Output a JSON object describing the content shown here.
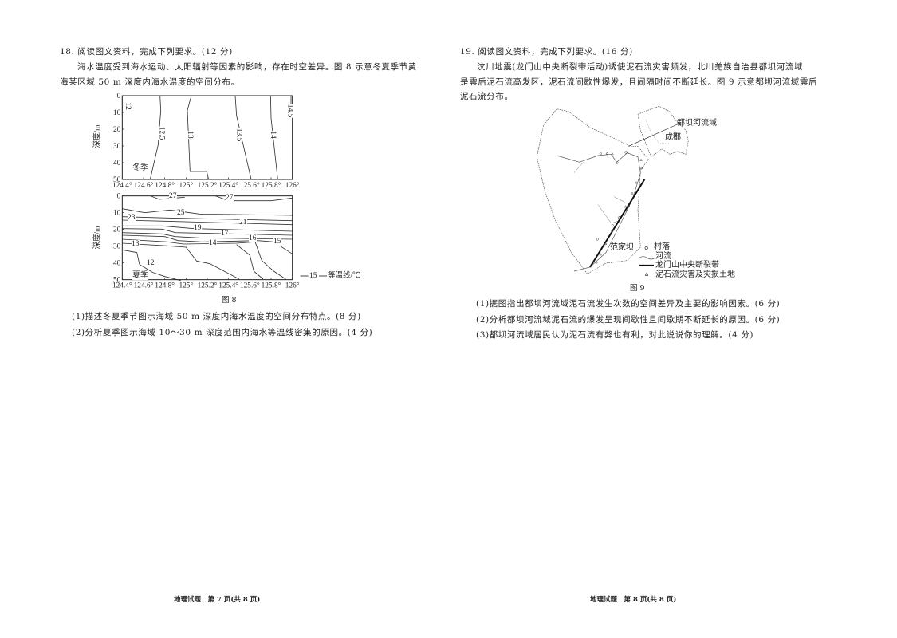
{
  "q18": {
    "title": "18. 阅读图文资料，完成下列要求。(12 分)",
    "para": [
      "海水温度受到海水运动、太阳辐射等因素的影响，存在时空差异。图 8 示意冬夏季节黄",
      "海某区域 50 m 深度内海水温度的空间分布。"
    ],
    "figure_caption": "图 8",
    "subquestions": [
      "(1)描述冬夏季节图示海域 50 m 深度内海水温度的空间分布特点。(8 分)",
      "(2)分析夏季图示海域 10～30 m 深度范围内海水等温线密集的原因。(4 分)"
    ]
  },
  "chart_data": [
    {
      "type": "contour",
      "title": "冬季",
      "xlabel": "",
      "ylabel": "深度/m",
      "x_ticks": [
        "124.4°",
        "124.6°",
        "124.8°",
        "125°",
        "125.2°",
        "125.4°",
        "125.6°",
        "125.8°",
        "126°"
      ],
      "y_ticks": [
        "0",
        "10",
        "20",
        "30",
        "40",
        "50"
      ],
      "xlim": [
        124.4,
        126
      ],
      "ylim": [
        0,
        50
      ],
      "contour_labels": [
        "12",
        "12.5",
        "13",
        "13.5",
        "14",
        "14.5"
      ]
    },
    {
      "type": "contour",
      "title": "夏季",
      "xlabel": "",
      "ylabel": "深度/m",
      "x_ticks": [
        "124.4°",
        "124.6°",
        "124.8°",
        "125°",
        "125.2°",
        "125.4°",
        "125.6°",
        "125.8°",
        "126°"
      ],
      "y_ticks": [
        "0",
        "10",
        "20",
        "30",
        "40",
        "50"
      ],
      "xlim": [
        124.4,
        126
      ],
      "ylim": [
        0,
        50
      ],
      "contour_labels": [
        "27",
        "27",
        "25",
        "23",
        "21",
        "19",
        "17",
        "16",
        "15",
        "14",
        "13",
        "12"
      ],
      "legend": {
        "sample": "15",
        "text": "等温线/℃"
      }
    }
  ],
  "q19": {
    "title": "19. 阅读图文资料，完成下列要求。(16 分)",
    "para": [
      "汶川地震(龙门山中央断裂带活动)诱使泥石流灾害频发，北川羌族自治县都坝河流域",
      "是震后泥石流高发区，泥石流间歇性爆发，且间隔时间不断延长。图 9 示意都坝河流域震后",
      "泥石流分布。"
    ],
    "map": {
      "inset_label": "都坝河流域",
      "city": "成都",
      "place": "范家坝",
      "legend": [
        "村落",
        "河流",
        "龙门山中央断裂带",
        "泥石流灾害及灾损土地"
      ]
    },
    "figure_caption": "图 9",
    "subquestions": [
      "(1)据图指出都坝河流域泥石流发生次数的空间差异及主要的影响因素。(6 分)",
      "(2)分析都坝河流域泥石流的爆发呈现间歇性且间歇期不断延长的原因。(6 分)",
      "(3)都坝河流域居民认为泥石流有弊也有利，对此说说你的理解。(4 分)"
    ]
  },
  "footer": {
    "left": "地理试题　第 7 页(共 8 页)",
    "right": "地理试题　第 8 页(共 8 页)"
  }
}
